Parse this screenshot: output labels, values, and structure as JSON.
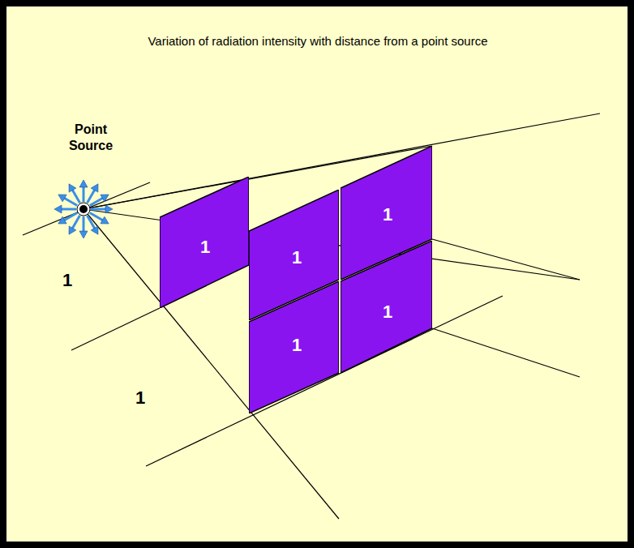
{
  "diagram": {
    "title": "Variation of radiation intensity with distance from a point source",
    "nodes": [
      {
        "text": [
          "1"
        ]
      },
      {
        "text": [
          "1"
        ]
      },
      {
        "text": [
          "1"
        ]
      },
      {
        "text": [
          "1"
        ]
      },
      {
        "text": [
          "1"
        ]
      }
    ],
    "labels": [
      "Point Source",
      "1",
      "1"
    ]
  }
}
